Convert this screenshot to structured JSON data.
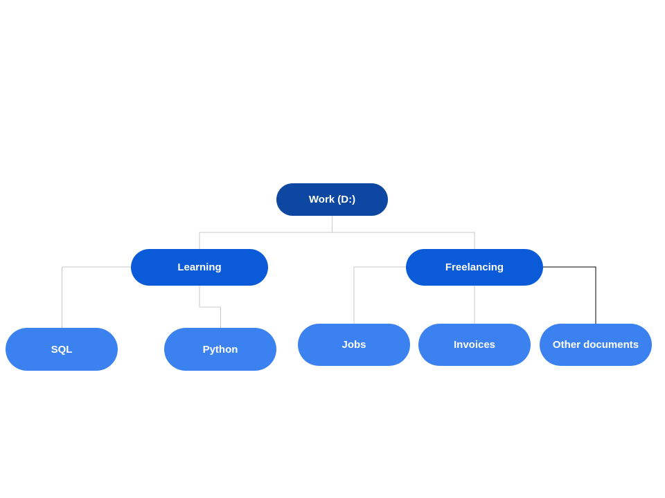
{
  "diagram": {
    "root": {
      "label": "Work (D:)"
    },
    "branches": [
      {
        "label": "Learning",
        "children": [
          {
            "label": "SQL"
          },
          {
            "label": "Python"
          }
        ]
      },
      {
        "label": "Freelancing",
        "children": [
          {
            "label": "Jobs"
          },
          {
            "label": "Invoices"
          },
          {
            "label": "Other documents"
          }
        ]
      }
    ]
  },
  "colors": {
    "root_fill": "#0d47a1",
    "branch_fill": "#0b5bd9",
    "leaf_fill": "#3b82f0",
    "connector": "#c8c8c8",
    "connector_selected": "#000000",
    "node_text": "#ffffff",
    "background": "#ffffff"
  }
}
